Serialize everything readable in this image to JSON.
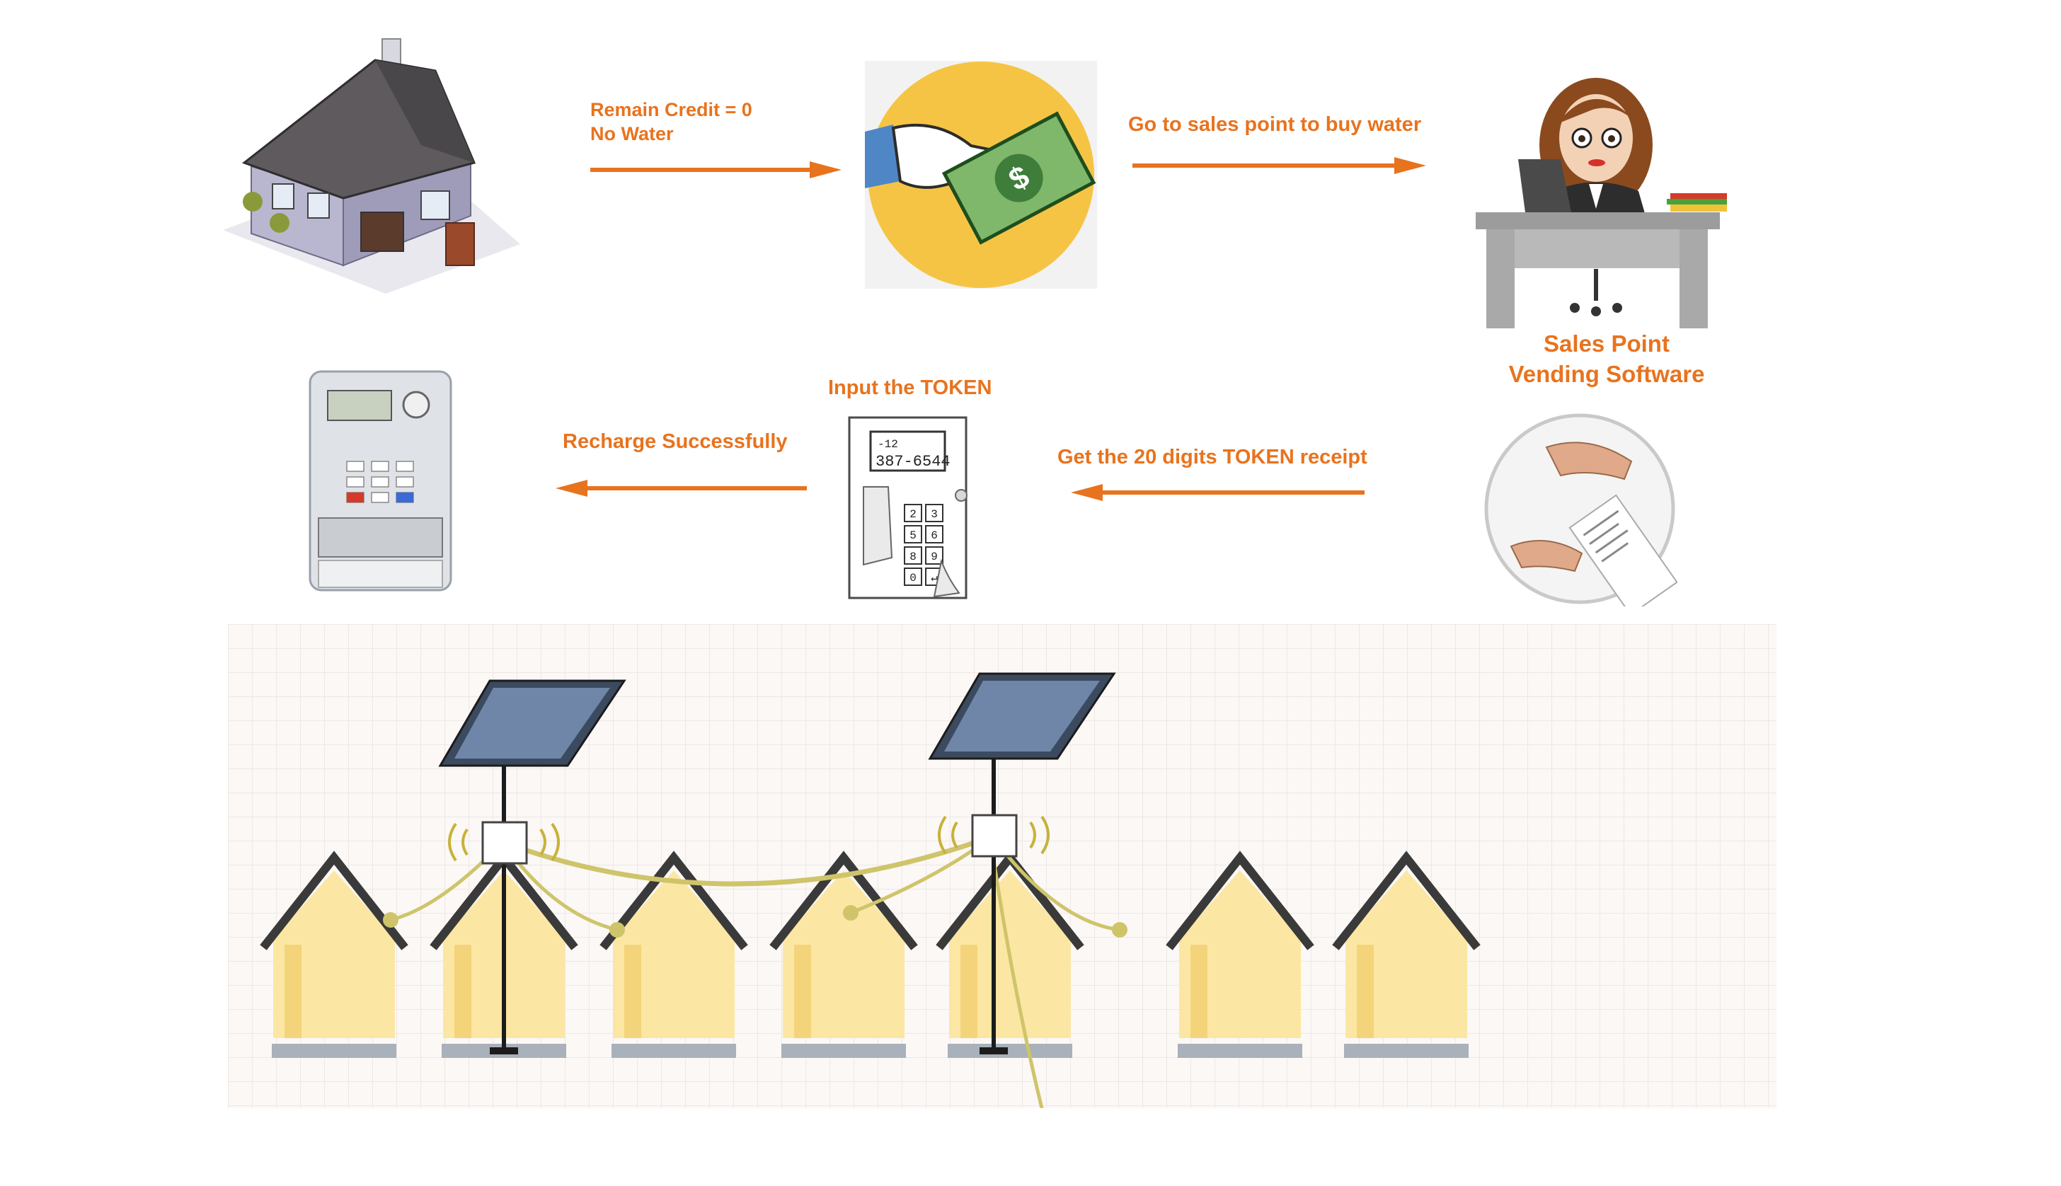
{
  "steps": {
    "remain_credit": "Remain Credit = 0",
    "no_water": "No Water",
    "go_to_sales": "Go to sales point to buy water",
    "sales_point_line1": "Sales Point",
    "sales_point_line2": "Vending Software",
    "get_token": "Get the 20 digits TOKEN receipt",
    "input_token": "Input the TOKEN",
    "recharge": "Recharge Successfully"
  },
  "keypad_screen": {
    "top": "-12",
    "value": "387-6544"
  },
  "keypad_keys": [
    "2",
    "3",
    "5",
    "6",
    "8",
    "9",
    "0",
    "↵"
  ],
  "colors": {
    "accent": "#e8731e",
    "house_fill": "#fbe7a3",
    "wire": "#cfc46a",
    "roof": "#3a3a3a",
    "panel": "#6f86a8",
    "coin": "#f6c444",
    "bill": "#7fb86a"
  }
}
